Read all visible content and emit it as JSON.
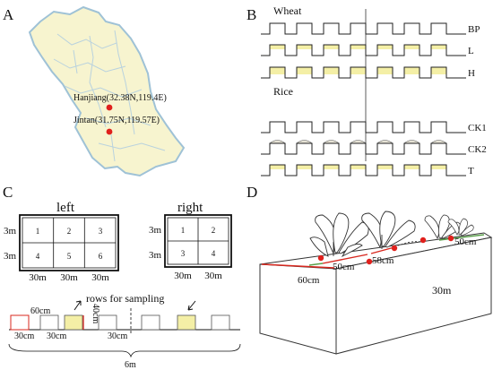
{
  "panels": {
    "a": {
      "letter": "A",
      "sites": [
        "Hanjiang(32.38N,119.4E)",
        "Jintan(31.75N,119.57E)"
      ]
    },
    "b": {
      "letter": "B",
      "wheat_label": "Wheat",
      "rice_label": "Rice",
      "rows": [
        {
          "label": "BP",
          "fill": "none"
        },
        {
          "label": "L",
          "fill": "half"
        },
        {
          "label": "H",
          "fill": "full"
        },
        {
          "label": "CK1",
          "fill": "none"
        },
        {
          "label": "CK2",
          "fill": "dome"
        },
        {
          "label": "T",
          "fill": "half"
        }
      ]
    },
    "c": {
      "letter": "C",
      "left": {
        "title": "left",
        "plots": [
          "1",
          "2",
          "3",
          "4",
          "5",
          "6"
        ],
        "row_labels": [
          "3m",
          "3m"
        ],
        "col_labels": [
          "30m",
          "30m",
          "30m"
        ]
      },
      "right": {
        "title": "right",
        "plots": [
          "1",
          "2",
          "3",
          "4"
        ],
        "row_labels": [
          "3m",
          "3m"
        ],
        "col_labels": [
          "30m",
          "30m"
        ]
      },
      "rows_label": "rows for sampling",
      "dims": {
        "ridge_width": "60cm",
        "ridge_height": "40cm",
        "gap_a": "30cm",
        "gap_b": "30cm",
        "gap_c": "30cm",
        "total": "6m"
      }
    },
    "d": {
      "letter": "D",
      "labels": {
        "width": "60cm",
        "spacing1": "50cm",
        "spacing2": "58cm",
        "spacing3": "50cm",
        "length": "30m"
      }
    }
  },
  "colors": {
    "map_fill": "#f7f4cf",
    "map_border": "#9fc2d6",
    "site_dot": "#e0201c",
    "highlight": "#f4efa6",
    "ridge_red": "#d8281f",
    "ridge_green": "#5aa04a"
  }
}
